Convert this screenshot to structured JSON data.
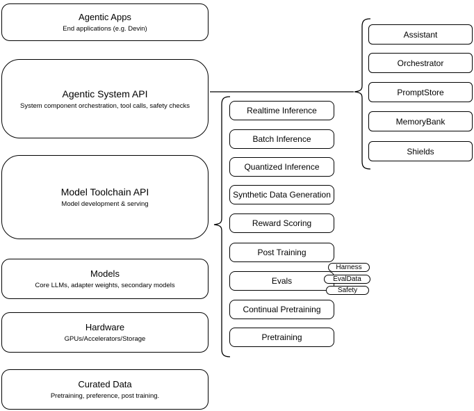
{
  "colors": {
    "background": "#ffffff",
    "stroke": "#000000",
    "text": "#000000"
  },
  "layers": [
    {
      "title": "Agentic Apps",
      "subtitle": "End applications (e.g. Devin)"
    },
    {
      "title": "Agentic System API",
      "subtitle": "System component orchestration, tool calls, safety checks"
    },
    {
      "title": "Model Toolchain API",
      "subtitle": "Model development & serving"
    },
    {
      "title": "Models",
      "subtitle": "Core LLMs, adapter weights, secondary models"
    },
    {
      "title": "Hardware",
      "subtitle": "GPUs/Accelerators/Storage"
    },
    {
      "title": "Curated Data",
      "subtitle": "Pretraining, preference, post training."
    }
  ],
  "toolchain": {
    "modules": [
      "Realtime Inference",
      "Batch Inference",
      "Quantized Inference",
      "Synthetic Data Generation",
      "Reward Scoring",
      "Post Training",
      "Evals",
      "Continual Pretraining",
      "Pretraining"
    ],
    "eval_tags": [
      "Harness",
      "EvalData",
      "Safety"
    ]
  },
  "system_components": [
    "Assistant",
    "Orchestrator",
    "PromptStore",
    "MemoryBank",
    "Shields"
  ]
}
